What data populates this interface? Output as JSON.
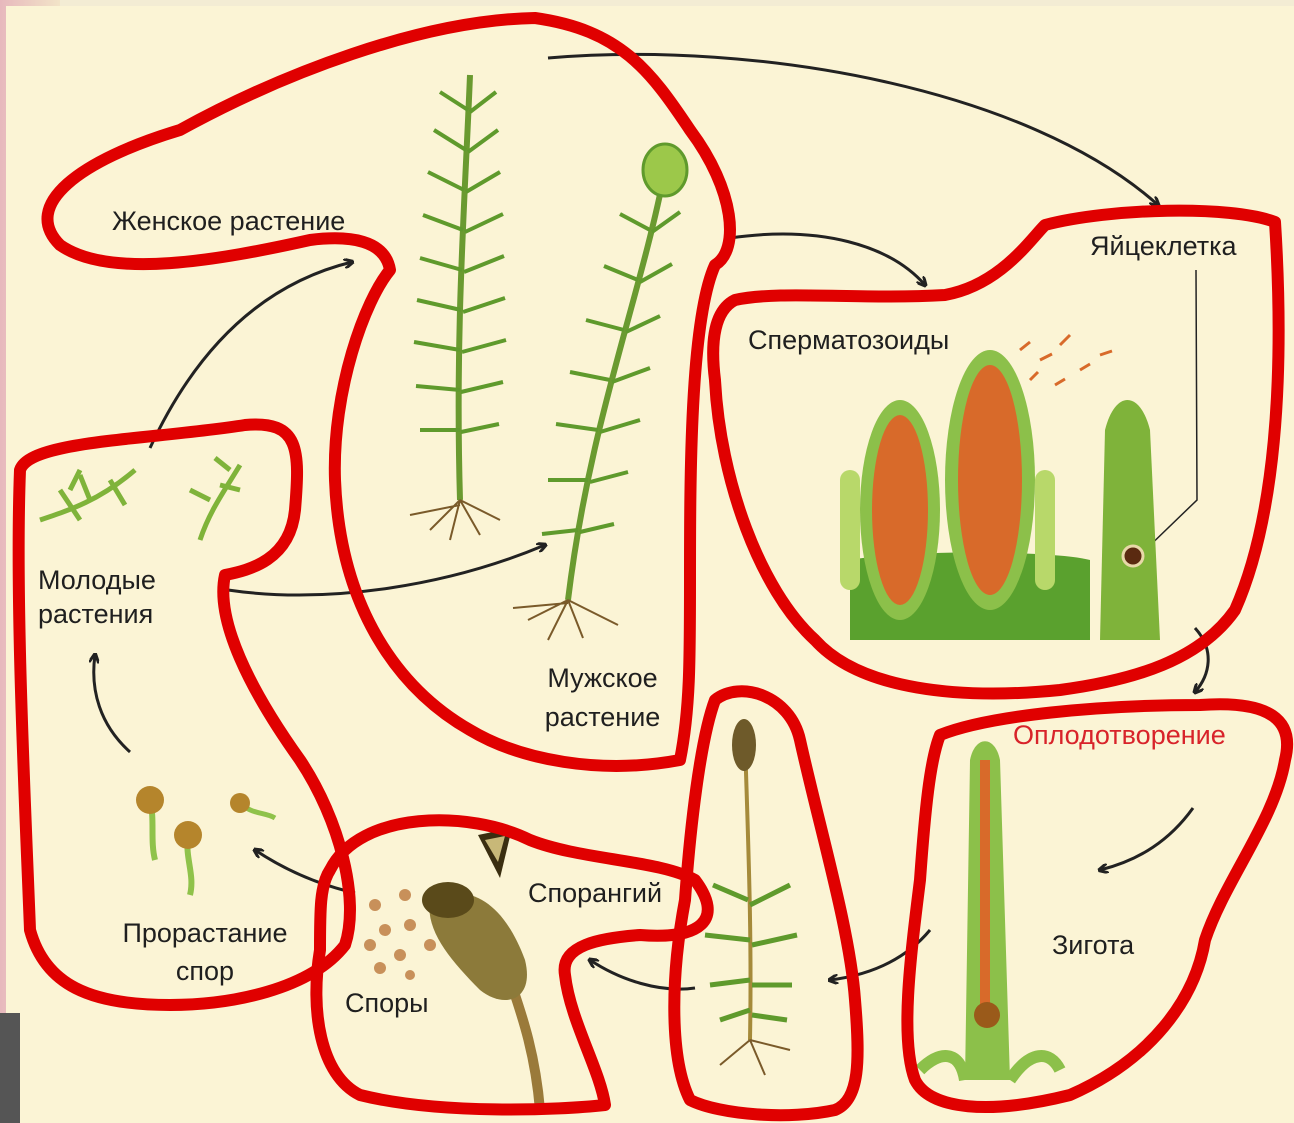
{
  "labels": {
    "female_plant": "Женское растение",
    "egg_cell": "Яйцеклетка",
    "sperm": "Сперматозоиды",
    "young_plants_1": "Молодые",
    "young_plants_2": "растения",
    "male_plant_1": "Мужское",
    "male_plant_2": "растение",
    "fertilization": "Оплодотворение",
    "sporangium": "Спорангий",
    "zygote": "Зигота",
    "germination_1": "Прорастание",
    "germination_2": "спор",
    "spores": "Споры"
  },
  "colors": {
    "outline": "#e00000",
    "arrow": "#222222",
    "plant_green": "#5f9a2c",
    "light_green": "#9cc84a",
    "orange": "#d86a2a",
    "brown": "#7a5a2a"
  }
}
